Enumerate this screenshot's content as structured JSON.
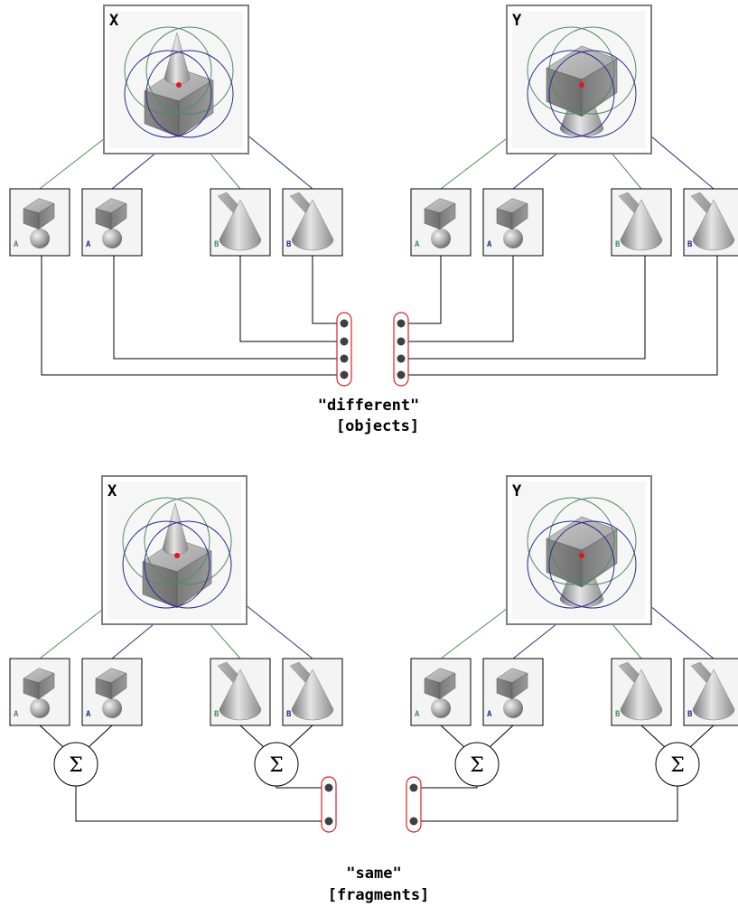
{
  "colors": {
    "green": "#4e8a6a",
    "blue": "#2a2a8a",
    "wire": "#000000",
    "dot": "#404040",
    "capsule": "#dd2222",
    "center_dot": "#ee1111",
    "frame": "#808080"
  },
  "top_panel": {
    "scene_x_label": "X",
    "scene_y_label": "Y",
    "thumbs": [
      {
        "label": "A",
        "label_color": "green",
        "icon": "cube-on-sphere-icon"
      },
      {
        "label": "A",
        "label_color": "blue",
        "icon": "cube-on-sphere-icon"
      },
      {
        "label": "B",
        "label_color": "green",
        "icon": "cone-icon"
      },
      {
        "label": "B",
        "label_color": "blue",
        "icon": "cone-icon"
      },
      {
        "label": "A",
        "label_color": "green",
        "icon": "cube-on-sphere-icon"
      },
      {
        "label": "A",
        "label_color": "blue",
        "icon": "cube-on-sphere-icon"
      },
      {
        "label": "B",
        "label_color": "green",
        "icon": "cone-icon"
      },
      {
        "label": "B",
        "label_color": "blue",
        "icon": "cone-icon"
      }
    ],
    "caption_line1": "\"different\"",
    "caption_line2": "[objects]"
  },
  "bottom_panel": {
    "scene_x_label": "X",
    "scene_y_label": "Y",
    "thumbs": [
      {
        "label": "A",
        "label_color": "green",
        "icon": "cube-on-sphere-icon"
      },
      {
        "label": "A",
        "label_color": "blue",
        "icon": "cube-on-sphere-icon"
      },
      {
        "label": "B",
        "label_color": "green",
        "icon": "cone-icon"
      },
      {
        "label": "B",
        "label_color": "blue",
        "icon": "cone-icon"
      },
      {
        "label": "A",
        "label_color": "green",
        "icon": "cube-on-sphere-icon"
      },
      {
        "label": "A",
        "label_color": "blue",
        "icon": "cube-on-sphere-icon"
      },
      {
        "label": "B",
        "label_color": "green",
        "icon": "cone-icon"
      },
      {
        "label": "B",
        "label_color": "blue",
        "icon": "cone-icon"
      }
    ],
    "sum_symbol": "Σ",
    "caption_line1": "\"same\"",
    "caption_line2": "[fragments]"
  }
}
